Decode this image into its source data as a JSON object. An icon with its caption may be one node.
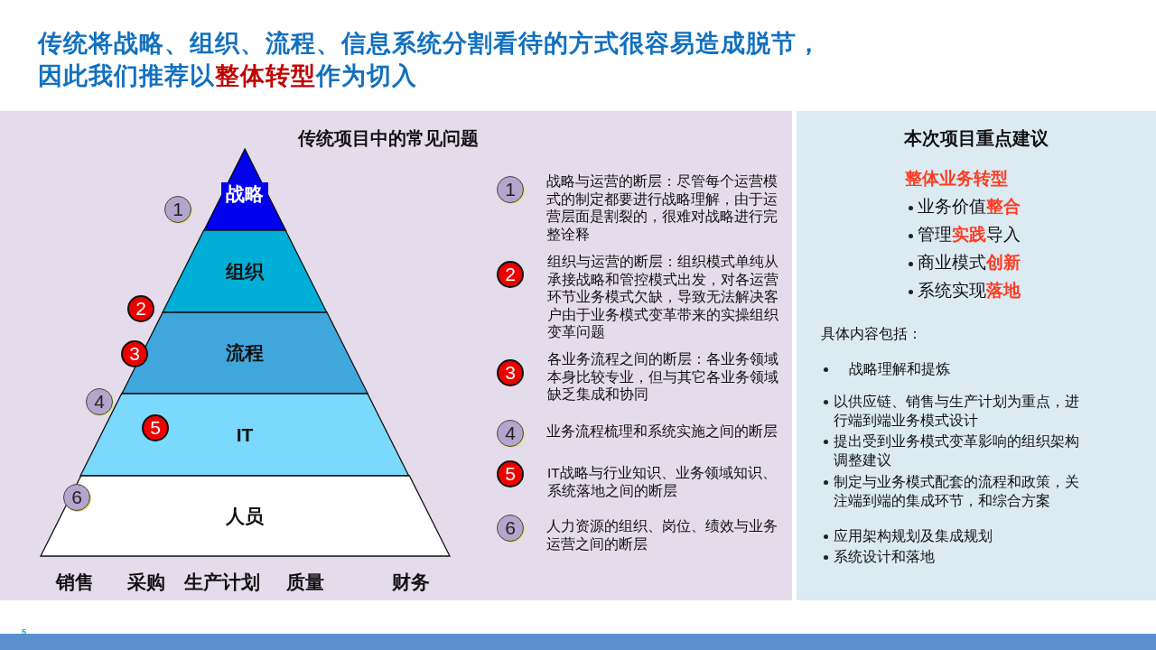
{
  "diagram": {
    "title": "传统将战略、组织、流程、信息系统分割看待的方式很容易造成脱节，因此我们推荐以**整体转型**作为切入",
    "nodes": [
      {
        "text": [
          "传统项目中的常见问题"
        ]
      },
      {
        "text": [
          "本次项目重点建议",
          "整体业务转型",
          "业务价值**整合**",
          "管理**实践**导入",
          "商业模式**创新**",
          "系统实现**落地**",
          "具体内容包括：",
          "战略理解和提炼",
          "以供应链、销售与生产计划为重点，进行端到端业务模式设计",
          "提出受到业务模式变革影响的组织架构调整建议",
          "制定与业务模式配套的流程和政策，关注端到端的集成环节，和综合方案",
          "应用架构规划及集成规划",
          "系统设计和落地"
        ]
      },
      {
        "text": [
          "战略"
        ],
        "in": 0
      },
      {
        "text": [
          "组织"
        ],
        "in": 0
      },
      {
        "text": [
          "流程"
        ],
        "in": 0
      },
      {
        "text": [
          "IT"
        ],
        "in": 0
      },
      {
        "text": [
          "人员"
        ],
        "in": 0
      },
      {
        "text": [
          "1"
        ],
        "in": 0
      },
      {
        "text": [
          "2"
        ],
        "in": 0
      },
      {
        "text": [
          "3"
        ],
        "in": 0
      },
      {
        "text": [
          "4"
        ],
        "in": 0
      },
      {
        "text": [
          "5"
        ],
        "in": 5
      },
      {
        "text": [
          "6"
        ],
        "in": 6
      },
      {
        "text": [
          "1"
        ],
        "in": 0,
        "beside": [
          "战略与运营的断层：尽管每个运营模式的制定都要进行战略理解，由于运营层面是割裂的，很难对战略进行完整诠释"
        ]
      },
      {
        "text": [
          "2"
        ],
        "in": 0,
        "beside": [
          "组织与运营的断层：组织模式单纯从承接战略和管控模式出发，对各运营环节业务模式欠缺，导致无法解决客户由于业务模式变革带来的实操组织变革问题"
        ]
      },
      {
        "text": [
          "3"
        ],
        "in": 0,
        "beside": [
          "各业务流程之间的断层：各业务领域本身比较专业，但与其它各业务领域缺乏集成和协同"
        ]
      },
      {
        "text": [
          "4"
        ],
        "in": 0,
        "beside": [
          "业务流程梳理和系统实施之间的断层"
        ]
      },
      {
        "text": [
          "5"
        ],
        "in": 0,
        "beside": [
          "IT战略与行业知识、业务领域知识、系统落地之间的断层"
        ]
      },
      {
        "text": [
          "6"
        ],
        "in": 0,
        "beside": [
          "人力资源的组织、岗位、绩效与业务运营之间的断层"
        ]
      }
    ],
    "labels": [
      "销售",
      "采购",
      "生产计划",
      "质量",
      "财务",
      "5"
    ]
  }
}
